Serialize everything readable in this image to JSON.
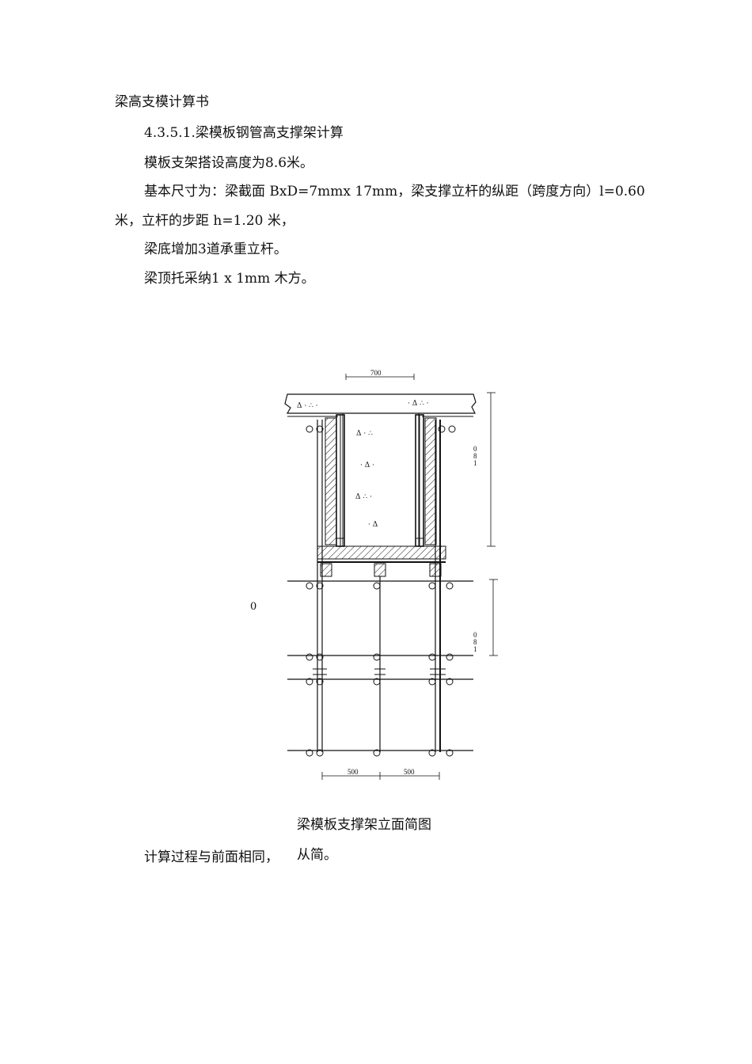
{
  "doc": {
    "heading": "梁高支模计算书",
    "section": "4.3.5.1.梁模板钢管高支撑架计算",
    "p1": "模板支架搭设高度为8.6米。",
    "p2a": "基本尺寸为：梁截面 BxD=7mmx 17mm，梁支撑立杆的纵距（跨度方向）l=0.60",
    "p2b": "米，立杆的步距 h=1.20 米，",
    "p3": "梁底增加3道承重立杆。",
    "p4": "梁顶托采纳1 x 1mm 木方。",
    "left_mark": "0",
    "caption": "梁模板支撑架立面简图",
    "p5a": "计算过程与前面相同，",
    "p5b": "从简。"
  },
  "drawing": {
    "dim_top": "700",
    "dim_bottom_left": "500",
    "dim_bottom_right": "500",
    "dim_right_upper": "0\n8\n1",
    "dim_right_lower": "0\n8\n1"
  }
}
